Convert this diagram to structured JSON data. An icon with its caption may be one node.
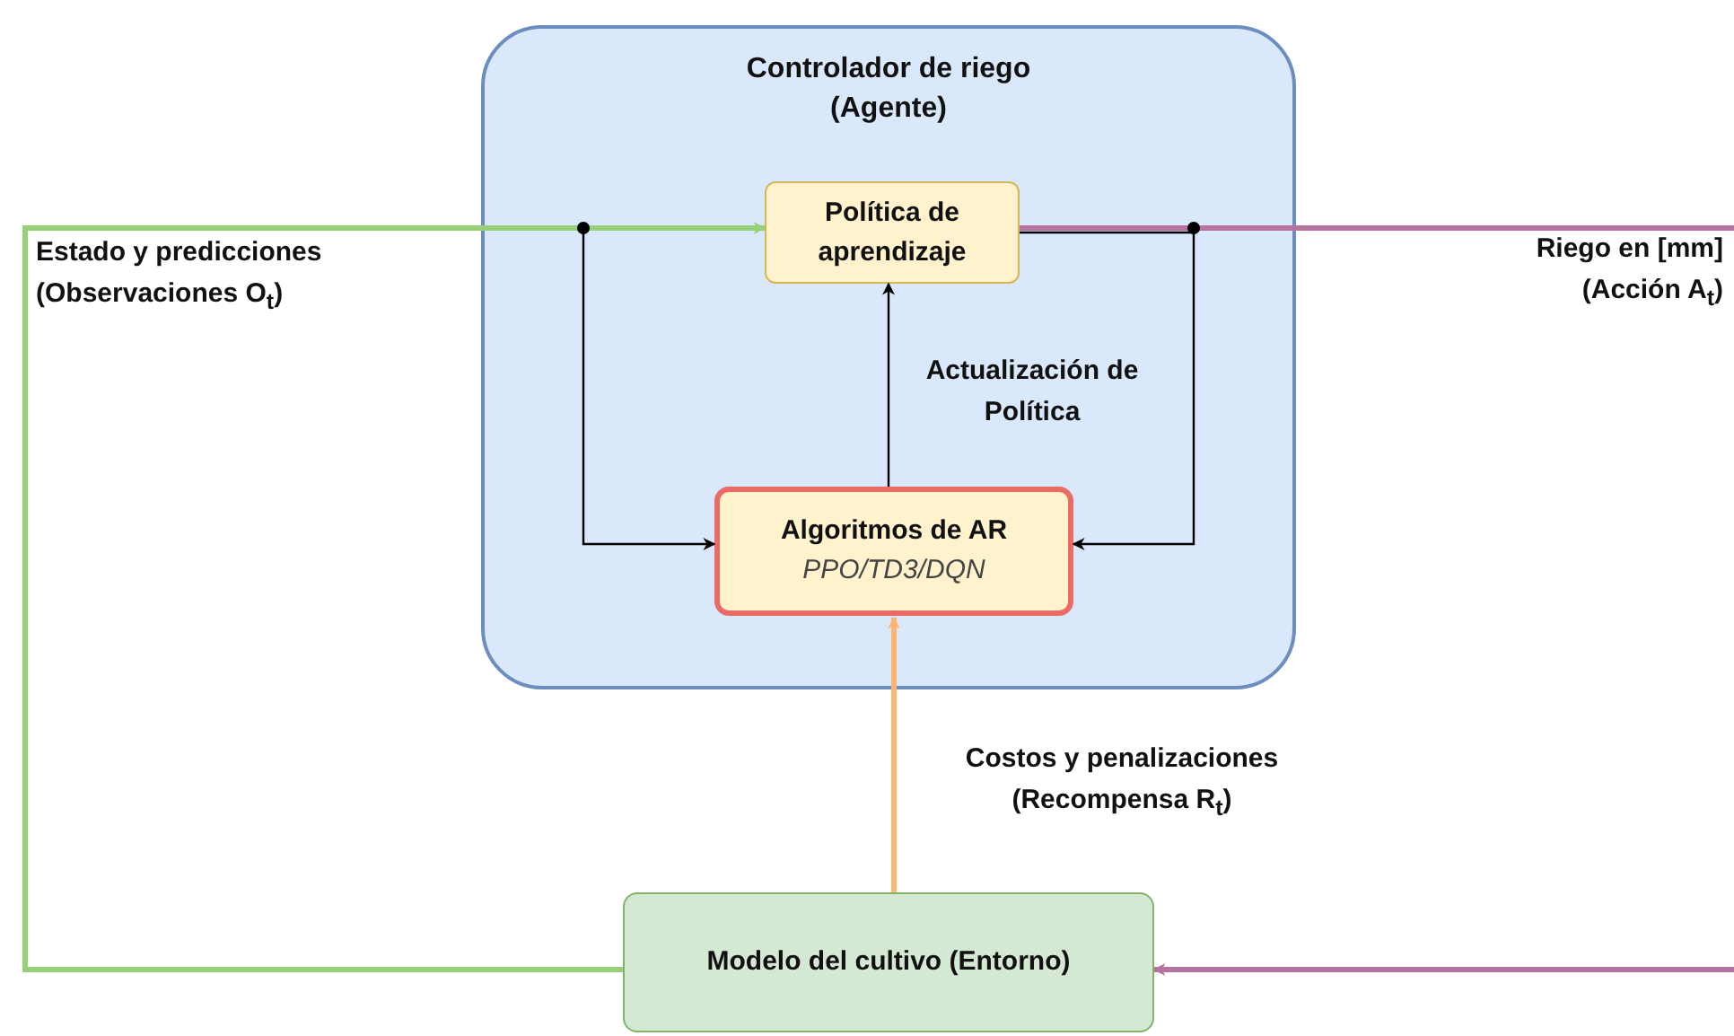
{
  "diagram": {
    "nodes": [
      {
        "text": [
          "Controlador de riego (Agente)"
        ]
      },
      {
        "text": [
          "Política de aprendizaje"
        ],
        "in": 0
      },
      {
        "text": [
          "Algoritmos de AR",
          "PPO/TD3/DQN"
        ],
        "in": 0
      },
      {
        "text": [
          "Modelo del cultivo (Entorno)"
        ]
      }
    ],
    "edges": [
      {
        "from": 3,
        "to": 1,
        "arrow": "to",
        "label": "Estado y predicciones (Observaciones O$_{t}$)",
        "color": "#97d077"
      },
      {
        "from": 3,
        "to": 2,
        "arrow": "to"
      },
      {
        "from": 1,
        "to": null,
        "arrow": "none",
        "label": "Riego en [mm] (Acción A$_{t}$)",
        "color": "#b5739d"
      },
      {
        "from": null,
        "to": 3,
        "arrow": "to",
        "color": "#b5739d"
      },
      {
        "from": 1,
        "to": 2,
        "arrow": "to"
      },
      {
        "from": 2,
        "to": 1,
        "arrow": "to",
        "label": "Actualización de Política"
      },
      {
        "from": 3,
        "to": 2,
        "arrow": "to",
        "label": "Costos y penalizaciones (Recompensa R$_{t}$)",
        "color": "#ffb570"
      }
    ]
  }
}
